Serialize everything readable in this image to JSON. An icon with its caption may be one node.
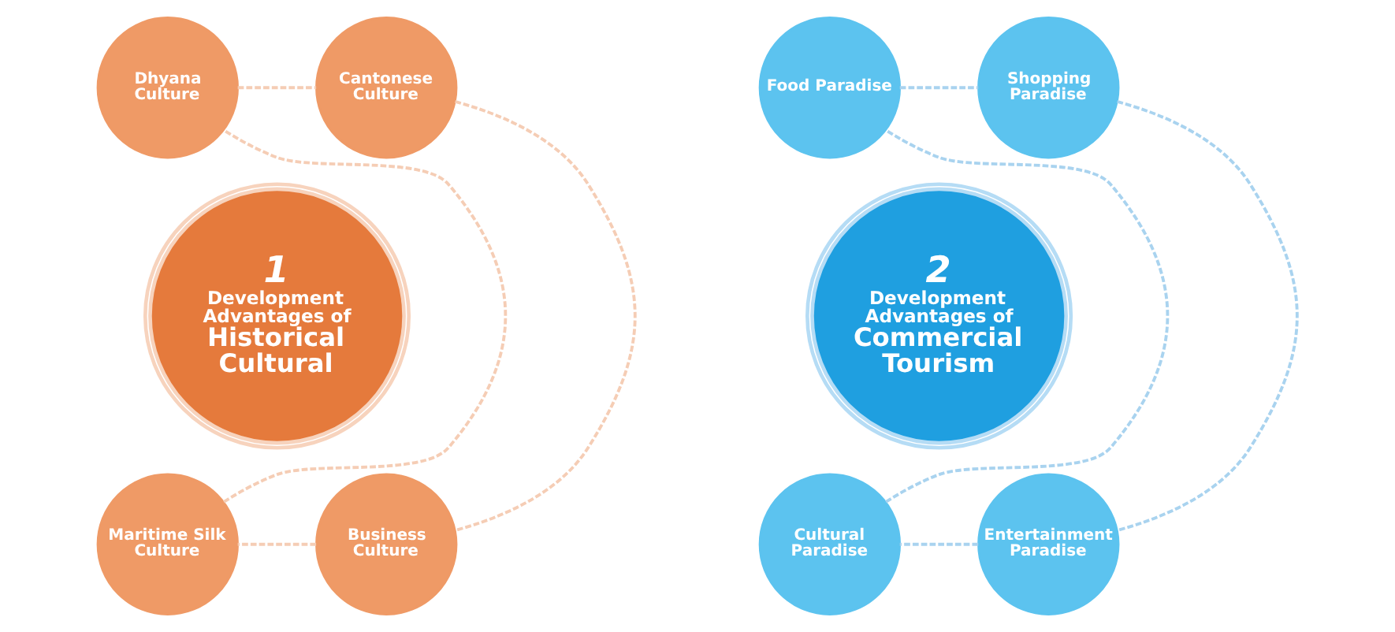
{
  "diagram": {
    "nodes": [
      {
        "text": [
          "1",
          "Development Advantages of",
          "Historical Cultural"
        ]
      },
      {
        "text": [
          "Dhyana Culture"
        ]
      },
      {
        "text": [
          "Cantonese Culture"
        ]
      },
      {
        "text": [
          "Maritime Silk Culture"
        ]
      },
      {
        "text": [
          "Business Culture"
        ]
      },
      {
        "text": [
          "2",
          "Development Advantages of",
          "Commercial Tourism"
        ]
      },
      {
        "text": [
          "Food Paradise"
        ]
      },
      {
        "text": [
          "Shopping Paradise"
        ]
      },
      {
        "text": [
          "Cultural Paradise"
        ]
      },
      {
        "text": [
          "Entertainment Paradise"
        ]
      }
    ],
    "edges": [
      {
        "from": 1,
        "to": 2,
        "arrow": "none",
        "style": "dashed",
        "color": "#f5cdb5"
      },
      {
        "from": 2,
        "to": 4,
        "arrow": "none",
        "style": "dashed",
        "color": "#f5cdb5"
      },
      {
        "from": 4,
        "to": 3,
        "arrow": "none",
        "style": "dashed",
        "color": "#f5cdb5"
      },
      {
        "from": 3,
        "to": 1,
        "arrow": "none",
        "style": "dashed",
        "color": "#f5cdb5"
      },
      {
        "from": 6,
        "to": 7,
        "arrow": "none",
        "style": "dashed",
        "color": "#a9d3ef"
      },
      {
        "from": 7,
        "to": 9,
        "arrow": "none",
        "style": "dashed",
        "color": "#a9d3ef"
      },
      {
        "from": 9,
        "to": 8,
        "arrow": "none",
        "style": "dashed",
        "color": "#a9d3ef"
      },
      {
        "from": 8,
        "to": 6,
        "arrow": "none",
        "style": "dashed",
        "color": "#a9d3ef"
      }
    ]
  }
}
